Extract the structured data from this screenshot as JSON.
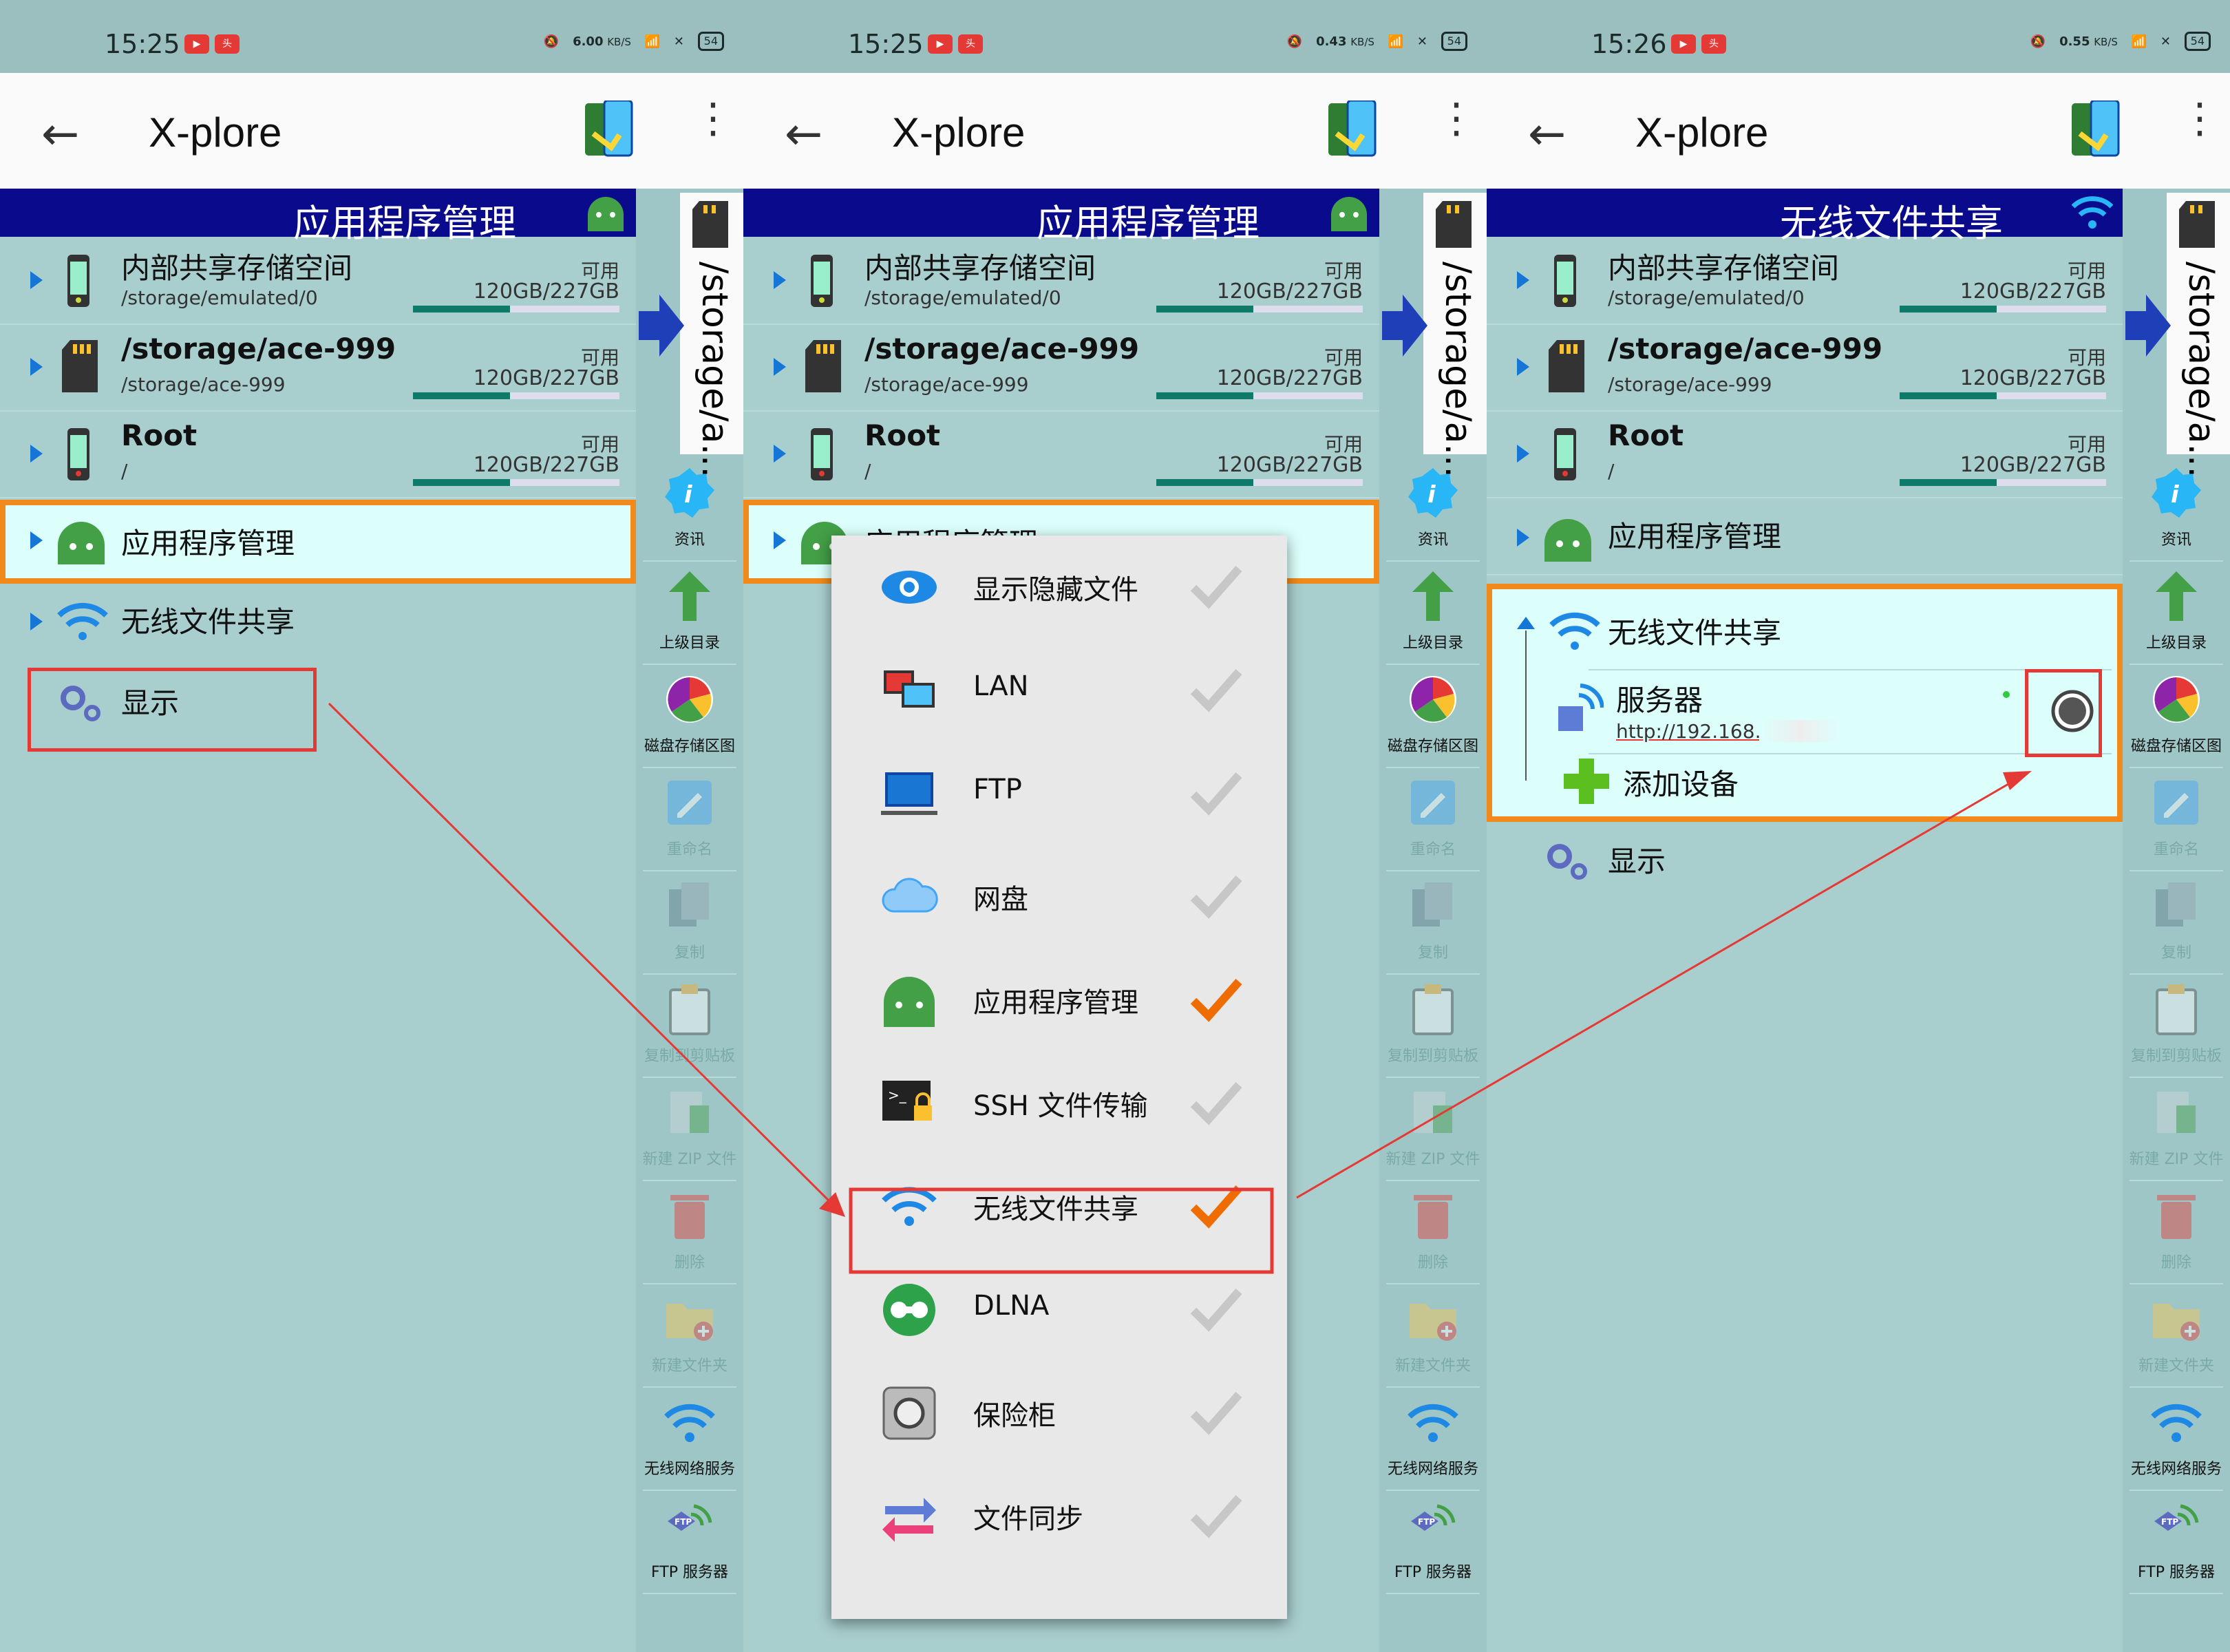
{
  "panels": [
    {
      "status": {
        "time": "15:25",
        "speed_value": "6.00",
        "speed_unit": "KB/S",
        "battery": "54"
      },
      "appbar": {
        "back_glyph": "←",
        "title": "X-plore"
      },
      "header": {
        "title": "应用程序管理"
      },
      "storage": [
        {
          "name": "内部共享存储空间",
          "path": "/storage/emulated/0",
          "avail_label": "可用",
          "size": "120GB/227GB",
          "bold": false
        },
        {
          "name": "/storage/ace-999",
          "path": "/storage/ace-999",
          "avail_label": "可用",
          "size": "120GB/227GB",
          "bold": true
        },
        {
          "name": "Root",
          "path": "/",
          "avail_label": "可用",
          "size": "120GB/227GB",
          "bold": true
        }
      ],
      "app_manager": "应用程序管理",
      "wifi_share": "无线文件共享",
      "display": "显示",
      "vertical_tab": "/storage/a..."
    },
    {
      "status": {
        "time": "15:25",
        "speed_value": "0.43",
        "speed_unit": "KB/S",
        "battery": "54"
      },
      "appbar": {
        "back_glyph": "←",
        "title": "X-plore"
      },
      "header": {
        "title": "应用程序管理"
      },
      "storage": [
        {
          "name": "内部共享存储空间",
          "path": "/storage/emulated/0",
          "avail_label": "可用",
          "size": "120GB/227GB"
        },
        {
          "name": "/storage/ace-999",
          "path": "/storage/ace-999",
          "avail_label": "可用",
          "size": "120GB/227GB"
        },
        {
          "name": "Root",
          "path": "/",
          "avail_label": "可用",
          "size": "120GB/227GB"
        }
      ],
      "app_manager": "应用程序管理",
      "vertical_tab": "/storage/a...",
      "menu": [
        {
          "label": "显示隐藏文件",
          "checked": false,
          "icon": "eye-icon"
        },
        {
          "label": "LAN",
          "checked": false,
          "icon": "lan-icon"
        },
        {
          "label": "FTP",
          "checked": false,
          "icon": "ftp-icon"
        },
        {
          "label": "网盘",
          "checked": false,
          "icon": "cloud-icon"
        },
        {
          "label": "应用程序管理",
          "checked": true,
          "icon": "android-icon"
        },
        {
          "label": "SSH 文件传输",
          "checked": false,
          "icon": "terminal-lock-icon"
        },
        {
          "label": "无线文件共享",
          "checked": true,
          "icon": "wifi-icon"
        },
        {
          "label": "DLNA",
          "checked": false,
          "icon": "dlna-icon"
        },
        {
          "label": "保险柜",
          "checked": false,
          "icon": "vault-icon"
        },
        {
          "label": "文件同步",
          "checked": false,
          "icon": "sync-icon"
        }
      ]
    },
    {
      "status": {
        "time": "15:26",
        "speed_value": "0.55",
        "speed_unit": "KB/S",
        "battery": "54"
      },
      "appbar": {
        "back_glyph": "←",
        "title": "X-plore"
      },
      "header": {
        "title": "无线文件共享"
      },
      "storage": [
        {
          "name": "内部共享存储空间",
          "path": "/storage/emulated/0",
          "avail_label": "可用",
          "size": "120GB/227GB"
        },
        {
          "name": "/storage/ace-999",
          "path": "/storage/ace-999",
          "avail_label": "可用",
          "size": "120GB/227GB"
        },
        {
          "name": "Root",
          "path": "/",
          "avail_label": "可用",
          "size": "120GB/227GB"
        }
      ],
      "app_manager": "应用程序管理",
      "wifi_share": "无线文件共享",
      "server": "服务器",
      "server_url": "http://192.168.1.1",
      "add_device": "添加设备",
      "display": "显示",
      "vertical_tab": "/storage/a..."
    }
  ],
  "sidebar": [
    {
      "label": "资讯",
      "icon": "info-icon",
      "dim": false
    },
    {
      "label": "上级目录",
      "icon": "up-arrow-icon",
      "dim": false
    },
    {
      "label": "磁盘存储区图",
      "icon": "pie-chart-icon",
      "dim": false
    },
    {
      "label": "重命名",
      "icon": "rename-icon",
      "dim": true
    },
    {
      "label": "复制",
      "icon": "copy-icon",
      "dim": true
    },
    {
      "label": "复制到剪贴板",
      "icon": "clipboard-icon",
      "dim": true
    },
    {
      "label": "新建 ZIP 文件",
      "icon": "zip-icon",
      "dim": true
    },
    {
      "label": "删除",
      "icon": "trash-icon",
      "dim": true
    },
    {
      "label": "新建文件夹",
      "icon": "new-folder-icon",
      "dim": true
    },
    {
      "label": "无线网络服务",
      "icon": "wifi-service-icon",
      "dim": false
    },
    {
      "label": "FTP 服务器",
      "icon": "ftp-server-icon",
      "dim": false
    }
  ],
  "colors": {
    "accent_orange": "#f18a1b",
    "header_navy": "#0a0a8c",
    "annotation_red": "#e53935",
    "list_bg": "#a9cece"
  }
}
